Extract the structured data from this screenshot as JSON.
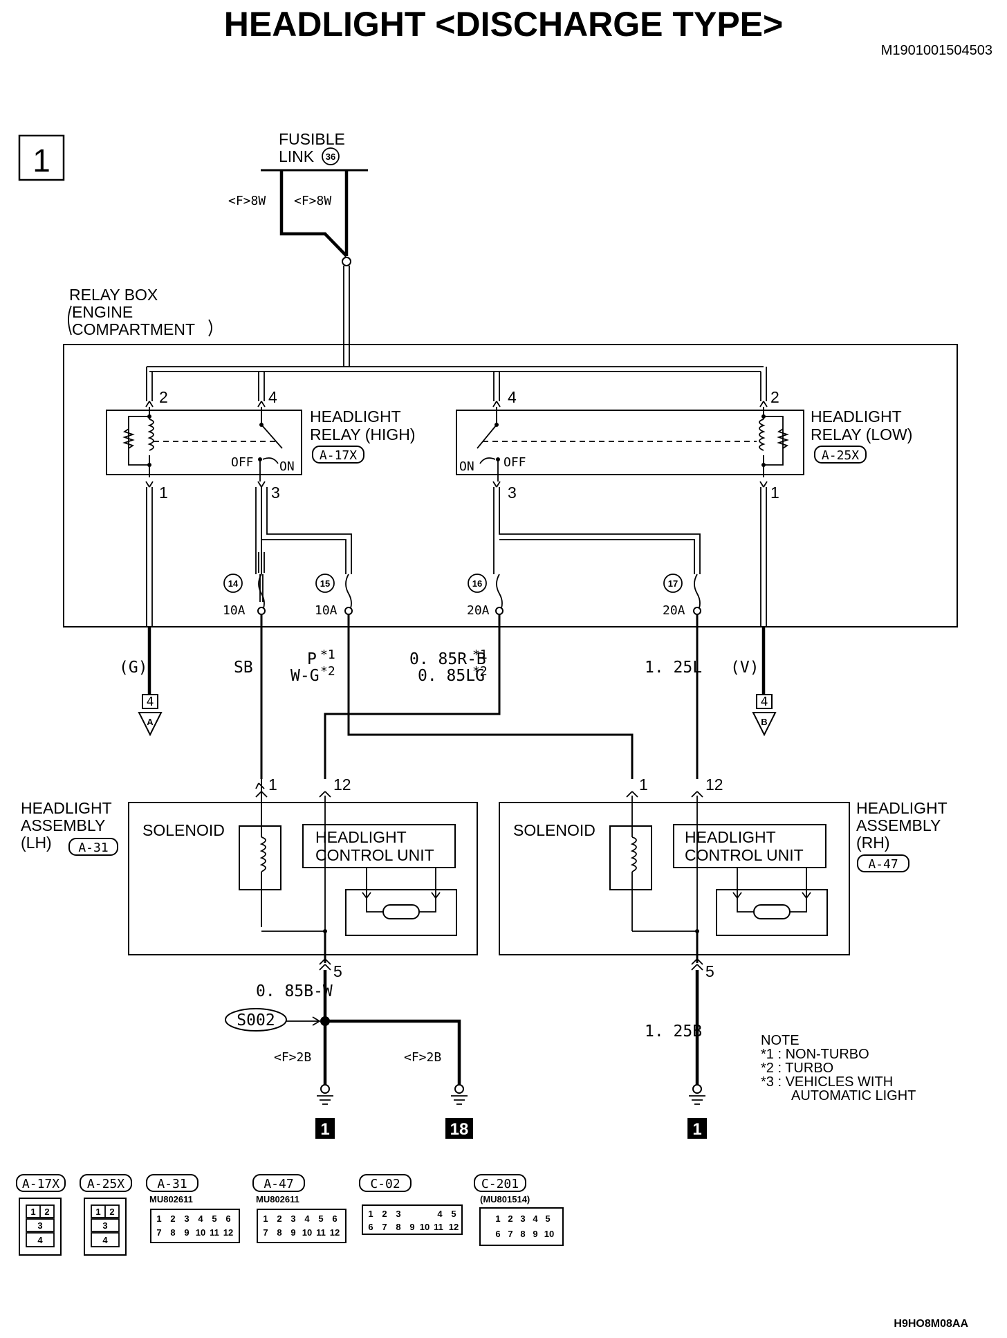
{
  "header": {
    "title": "HEADLIGHT <DISCHARGE TYPE>",
    "doc_code": "M1901001504503",
    "page_marker": "1",
    "footer_code": "H9HO8M08AA"
  },
  "fusible_link": {
    "line1": "FUSIBLE",
    "line2": "LINK",
    "number": "36",
    "wire_left": "<F>8W",
    "wire_right": "<F>8W"
  },
  "relay_box": {
    "line1": "RELAY BOX",
    "line2": "ENGINE",
    "line3": "COMPARTMENT"
  },
  "relay_high": {
    "line1": "HEADLIGHT",
    "line2": "RELAY (HIGH)",
    "connector": "A-17X",
    "pin_top_left": "2",
    "pin_top_right": "4",
    "pin_bottom_left": "1",
    "pin_bottom_right": "3",
    "off_label": "OFF",
    "on_label": "ON"
  },
  "relay_low": {
    "line1": "HEADLIGHT",
    "line2": "RELAY (LOW)",
    "connector": "A-25X",
    "pin_top_left": "4",
    "pin_top_right": "2",
    "pin_bottom_left": "3",
    "pin_bottom_right": "1",
    "off_label": "OFF",
    "on_label": "ON"
  },
  "fuses": [
    {
      "number": "14",
      "rating": "10A"
    },
    {
      "number": "15",
      "rating": "10A"
    },
    {
      "number": "16",
      "rating": "20A"
    },
    {
      "number": "17",
      "rating": "20A"
    }
  ],
  "wires": {
    "g": "(G)",
    "sb": "SB",
    "p_line1": "P",
    "p_line2": "W-G",
    "rb_line1": "0. 85R-B",
    "rb_line2": "0. 85LG",
    "l125": "1. 25L",
    "v": "(V)",
    "b085w": "0. 85B-W",
    "f2b_left": "<F>2B",
    "f2b_right": "<F>2B",
    "b125": "1. 25B",
    "star1": "*1",
    "star2": "*2"
  },
  "offpage": {
    "left_num": "4",
    "left_letter": "A",
    "right_num": "4",
    "right_letter": "B"
  },
  "assembly_lh": {
    "line1": "HEADLIGHT",
    "line2": "ASSEMBLY",
    "line3": "(LH)",
    "connector": "A-31",
    "solenoid": "SOLENOID",
    "unit_line1": "HEADLIGHT",
    "unit_line2": "CONTROL UNIT",
    "pin1": "1",
    "pin12": "12",
    "pin5": "5"
  },
  "assembly_rh": {
    "line1": "HEADLIGHT",
    "line2": "ASSEMBLY",
    "line3": "(RH)",
    "connector": "A-47",
    "solenoid": "SOLENOID",
    "unit_line1": "HEADLIGHT",
    "unit_line2": "CONTROL UNIT",
    "pin1": "1",
    "pin12": "12",
    "pin5": "5"
  },
  "splice": "S002",
  "grounds": [
    "1",
    "18",
    "1"
  ],
  "note": {
    "title": "NOTE",
    "items": [
      "*1 : NON-TURBO",
      "*2 : TURBO",
      "*3 : VEHICLES WITH",
      "AUTOMATIC LIGHT"
    ]
  },
  "connectors": [
    {
      "tag": "A-17X",
      "part": "",
      "pins": [
        "1",
        "2",
        "3",
        "4"
      ]
    },
    {
      "tag": "A-25X",
      "part": "",
      "pins": [
        "1",
        "2",
        "3",
        "4"
      ]
    },
    {
      "tag": "A-31",
      "part": "MU802611",
      "row1": [
        "1",
        "2",
        "3",
        "4",
        "5",
        "6"
      ],
      "row2": [
        "7",
        "8",
        "9",
        "10",
        "11",
        "12"
      ]
    },
    {
      "tag": "A-47",
      "part": "MU802611",
      "row1": [
        "1",
        "2",
        "3",
        "4",
        "5",
        "6"
      ],
      "row2": [
        "7",
        "8",
        "9",
        "10",
        "11",
        "12"
      ]
    },
    {
      "tag": "C-02",
      "part": "",
      "row1": [
        "1",
        "2",
        "3",
        "4",
        "5"
      ],
      "row2": [
        "6",
        "7",
        "8",
        "9",
        "10",
        "11",
        "12"
      ]
    },
    {
      "tag": "C-201",
      "part": "(MU801514)",
      "row1": [
        "1",
        "2",
        "3",
        "4",
        "5"
      ],
      "row2": [
        "6",
        "7",
        "8",
        "9",
        "10"
      ]
    }
  ]
}
